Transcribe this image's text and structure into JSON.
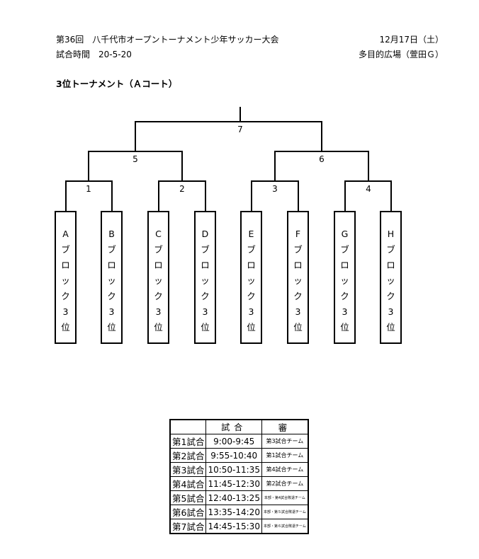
{
  "header": {
    "title": "第36回　八千代市オープントーナメント少年サッカー大会",
    "date": "12月17日（土）",
    "match_time": "試合時間　20-5-20",
    "venue": "多目的広場（萱田Ｇ）"
  },
  "section_title": "3位トーナメント（Ａコート）",
  "bracket": {
    "final": "7",
    "semis": [
      "5",
      "6"
    ],
    "firsts": [
      "1",
      "2",
      "3",
      "4"
    ],
    "teams": [
      [
        "A",
        "ブ",
        "ロ",
        "ッ",
        "ク",
        "3",
        "位"
      ],
      [
        "B",
        "ブ",
        "ロ",
        "ッ",
        "ク",
        "3",
        "位"
      ],
      [
        "C",
        "ブ",
        "ロ",
        "ッ",
        "ク",
        "3",
        "位"
      ],
      [
        "D",
        "ブ",
        "ロ",
        "ッ",
        "ク",
        "3",
        "位"
      ],
      [
        "E",
        "ブ",
        "ロ",
        "ッ",
        "ク",
        "3",
        "位"
      ],
      [
        "F",
        "ブ",
        "ロ",
        "ッ",
        "ク",
        "3",
        "位"
      ],
      [
        "G",
        "ブ",
        "ロ",
        "ッ",
        "ク",
        "3",
        "位"
      ],
      [
        "H",
        "ブ",
        "ロ",
        "ッ",
        "ク",
        "3",
        "位"
      ]
    ]
  },
  "schedule": {
    "headers": [
      "",
      "試合",
      "審"
    ],
    "rows": [
      [
        "第1試合",
        "9:00-9:45",
        "第3試合チーム"
      ],
      [
        "第2試合",
        "9:55-10:40",
        "第1試合チーム"
      ],
      [
        "第3試合",
        "10:50-11:35",
        "第4試合チーム"
      ],
      [
        "第4試合",
        "11:45-12:30",
        "第2試合チーム"
      ],
      [
        "第5試合",
        "12:40-13:25",
        "本部・第4試合敗退チーム"
      ],
      [
        "第6試合",
        "13:35-14:20",
        "本部・第５試合敗退チーム"
      ],
      [
        "第7試合",
        "14:45-15:30",
        "本部・第６試合敗退チーム"
      ]
    ]
  }
}
